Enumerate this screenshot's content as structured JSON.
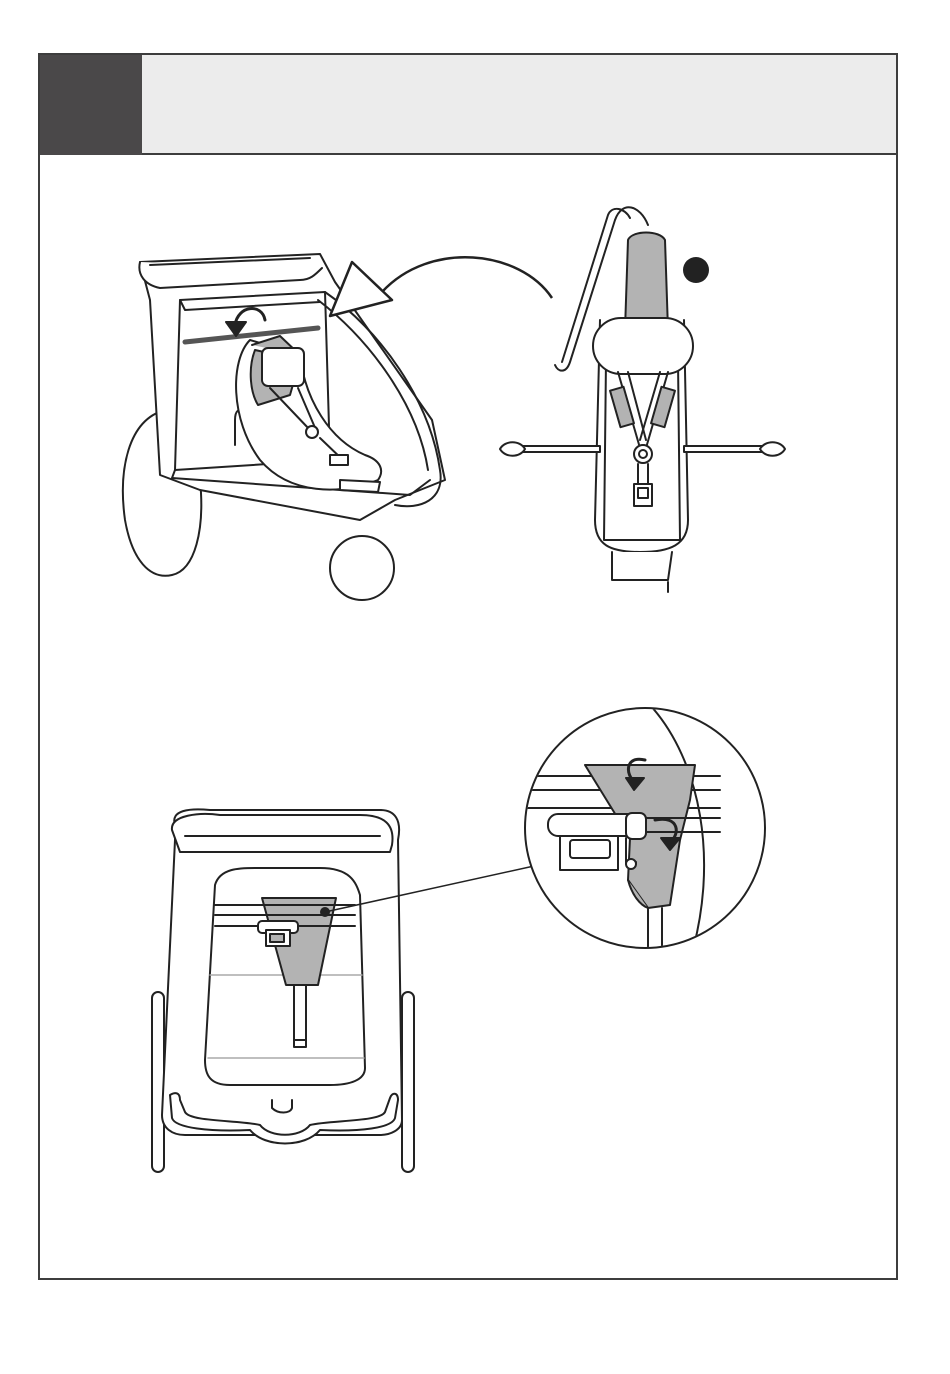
{
  "header": {
    "step_number": "",
    "title": ""
  },
  "colors": {
    "frame_border": "#3d3d3d",
    "header_background": "#ececec",
    "step_block": "#4a4849",
    "fabric_gray": "#b3b3b3",
    "line": "#222222"
  },
  "illustrations": [
    {
      "name": "trailer-perspective-view",
      "icon": "infant-sling-in-trailer"
    },
    {
      "name": "infant-sling-front-view",
      "icon": "infant-sling"
    },
    {
      "name": "trailer-rear-view",
      "icon": "trailer-rear"
    },
    {
      "name": "strap-detail-magnifier",
      "icon": "strap-attachment-detail"
    }
  ]
}
